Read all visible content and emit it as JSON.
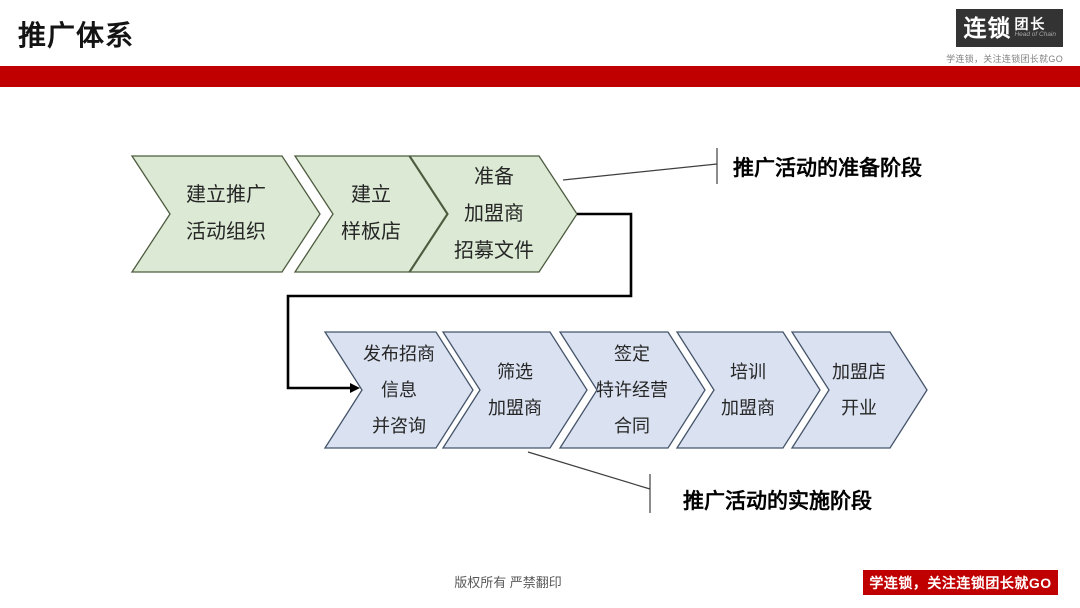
{
  "slide": {
    "title": "推广体系",
    "footer": {
      "copyright": "版权所有 严禁翻印",
      "badge": "学连锁，关注连锁团长就GO"
    }
  },
  "logo": {
    "name_main": "连锁",
    "name_sub": "团长",
    "name_en": "Head of Chain",
    "tagline": "学连锁，关注连锁团长就GO"
  },
  "diagram": {
    "prep_stage": {
      "label": "推广活动的准备阶段",
      "steps": [
        {
          "lines": [
            "建立推广",
            "活动组织"
          ]
        },
        {
          "lines": [
            "建立",
            "样板店"
          ]
        },
        {
          "lines": [
            "准备",
            "加盟商",
            "招募文件"
          ]
        }
      ]
    },
    "impl_stage": {
      "label": "推广活动的实施阶段",
      "steps": [
        {
          "lines": [
            "发布招商",
            "信息",
            "并咨询"
          ]
        },
        {
          "lines": [
            "筛选",
            "加盟商"
          ]
        },
        {
          "lines": [
            "签定",
            "特许经营",
            "合同"
          ]
        },
        {
          "lines": [
            "培训",
            "加盟商"
          ]
        },
        {
          "lines": [
            "加盟店",
            "开业"
          ]
        }
      ]
    }
  },
  "colors": {
    "accent_red": "#c00000",
    "prep_fill": "#dcead5",
    "prep_border": "#4d5b3f",
    "impl_fill": "#dae1f0",
    "impl_border": "#44546a",
    "connector": "#000000",
    "logo_bg": "#333333"
  }
}
